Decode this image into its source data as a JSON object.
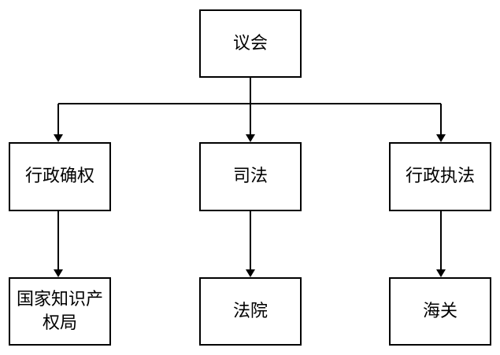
{
  "nodes": {
    "parliament": "议会",
    "admin_confirm": "行政确权",
    "judiciary": "司法",
    "admin_enforce": "行政执法",
    "ip_office": "国家知识产权局",
    "court": "法院",
    "customs": "海关"
  },
  "edges": [
    {
      "from": "parliament",
      "to": "admin_confirm"
    },
    {
      "from": "parliament",
      "to": "judiciary"
    },
    {
      "from": "parliament",
      "to": "admin_enforce"
    },
    {
      "from": "admin_confirm",
      "to": "ip_office"
    },
    {
      "from": "judiciary",
      "to": "court"
    },
    {
      "from": "admin_enforce",
      "to": "customs"
    }
  ]
}
